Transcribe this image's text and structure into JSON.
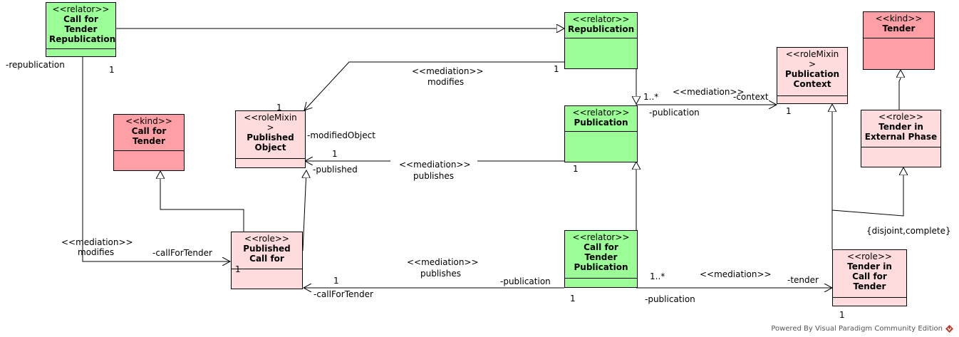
{
  "classes": {
    "call_for_tender_republication": {
      "stereotype": "<<relator>>",
      "name_lines": [
        "Call for",
        "Tender",
        "Republication"
      ]
    },
    "republication": {
      "stereotype": "<<relator>>",
      "name_lines": [
        "Republication"
      ]
    },
    "publication_context": {
      "stereotype_lines": [
        "<<roleMixin",
        ">"
      ],
      "name_lines": [
        "Publication",
        "Context"
      ]
    },
    "tender": {
      "stereotype": "<<kind>>",
      "name_lines": [
        "Tender"
      ]
    },
    "call_for_tender": {
      "stereotype": "<<kind>>",
      "name_lines": [
        "Call for",
        "Tender"
      ]
    },
    "published_object": {
      "stereotype_lines": [
        "<<roleMixin",
        ">"
      ],
      "name_lines": [
        "Published",
        "Object"
      ]
    },
    "publication": {
      "stereotype": "<<relator>>",
      "name_lines": [
        "Publication"
      ]
    },
    "tender_in_external_phase": {
      "stereotype": "<<role>>",
      "name_lines": [
        "Tender in",
        "External Phase"
      ]
    },
    "published_call_for": {
      "stereotype": "<<role>>",
      "name_lines": [
        "Published",
        "Call for"
      ]
    },
    "call_for_tender_publication": {
      "stereotype": "<<relator>>",
      "name_lines": [
        "Call for",
        "Tender",
        "Publication"
      ]
    },
    "tender_in_call_for_tender": {
      "stereotype": "<<role>>",
      "name_lines": [
        "Tender in",
        "Call for",
        "Tender"
      ]
    }
  },
  "labels": {
    "republication_role": "-republication",
    "mult_1_cftr": "1",
    "mult_1_repub": "1",
    "mediation_modifies_top_st": "<<mediation>>",
    "mediation_modifies_top_name": "modifies",
    "mult_1_pubobj": "1",
    "modified_object": "-modifiedObject",
    "mult_1_many_repub": "1..*",
    "mediation_context_st": "<<mediation>>",
    "context_role": "-context",
    "publication_role_top": "-publication",
    "mult_1_pubctx": "1",
    "mult_1_published": "1",
    "published_role": "-published",
    "mediation_publishes_mid_st": "<<mediation>>",
    "mediation_publishes_mid_name": "publishes",
    "mult_1_publication": "1",
    "mediation_modifies_left_st": "<<mediation>>",
    "mediation_modifies_left_name": "modifies",
    "call_for_tender_role_left": "-callForTender",
    "mult_1_pcf_left": "1",
    "mediation_publishes_bottom_st": "<<mediation>>",
    "mediation_publishes_bottom_name": "publishes",
    "mult_1_pcf_bottom": "1",
    "publication_role_bottom_left": "-publication",
    "call_for_tender_role_bottom": "-callForTender",
    "mult_1_cftp": "1",
    "mult_1_many_cftp": "1..*",
    "mediation_tender_st": "<<mediation>>",
    "tender_role": "-tender",
    "publication_role_bottom_right": "-publication",
    "mult_1_ticft": "1",
    "disjoint_complete": "{disjoint,complete}"
  },
  "watermark": "Powered By Visual Paradigm Community Edition",
  "colors": {
    "relator": "#9bfe96",
    "kind": "#fe9fa6",
    "role": "#fedbdc"
  }
}
